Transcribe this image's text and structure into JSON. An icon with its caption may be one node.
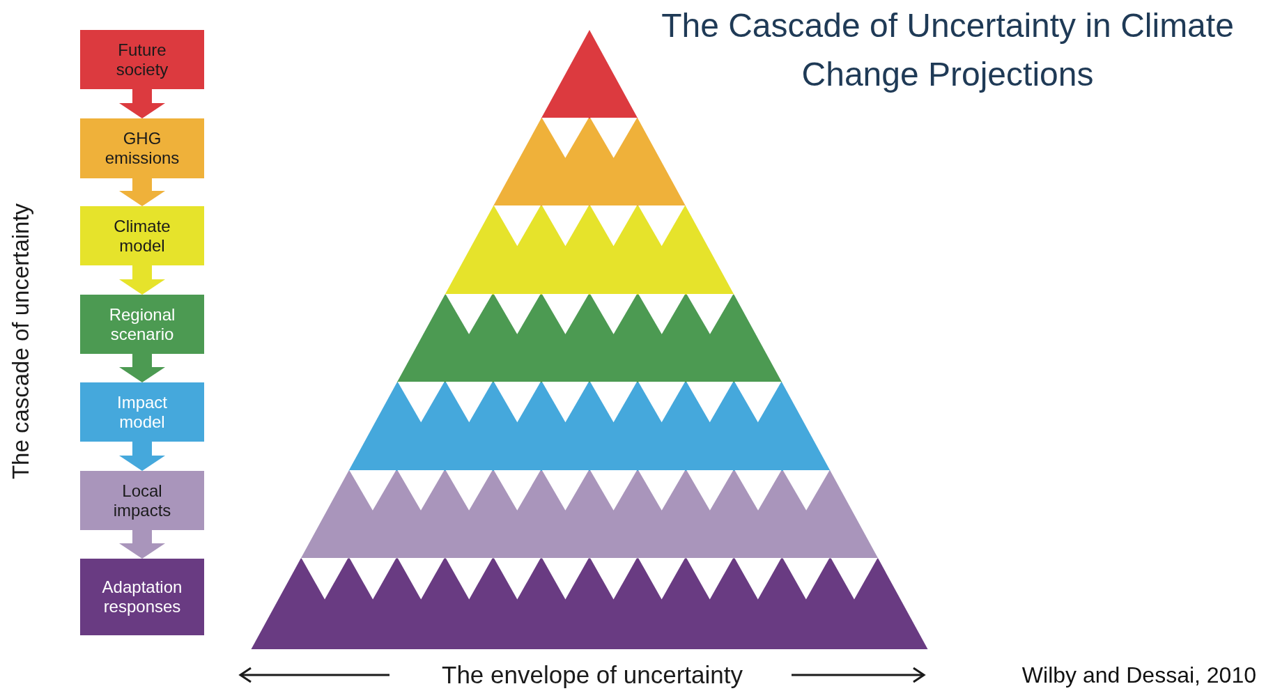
{
  "diagram": {
    "title": "The Cascade of Uncertainty in Climate Change Projections",
    "nodes": [
      {
        "text": [
          "Future society"
        ]
      },
      {
        "text": [
          "GHG emissions"
        ]
      },
      {
        "text": [
          "Climate model"
        ]
      },
      {
        "text": [
          "Regional scenario"
        ]
      },
      {
        "text": [
          "Impact model"
        ]
      },
      {
        "text": [
          "Local impacts"
        ]
      },
      {
        "text": [
          "Adaptation responses"
        ]
      }
    ],
    "edges": [
      {
        "from": 0,
        "to": 1,
        "arrow": "to",
        "color": "#dc3a3f"
      },
      {
        "from": 1,
        "to": 2,
        "arrow": "to",
        "color": "#efb13a"
      },
      {
        "from": 2,
        "to": 3,
        "arrow": "to",
        "color": "#e6e32b"
      },
      {
        "from": 3,
        "to": 4,
        "arrow": "to",
        "color": "#4c9a52"
      },
      {
        "from": 4,
        "to": 5,
        "arrow": "to",
        "color": "#45a8dc"
      },
      {
        "from": 5,
        "to": 6,
        "arrow": "to",
        "color": "#a995bb"
      }
    ],
    "labels": [
      "The cascade of uncertainty",
      "The envelope of uncertainty",
      "Wilby and Dessai, 2010"
    ]
  }
}
